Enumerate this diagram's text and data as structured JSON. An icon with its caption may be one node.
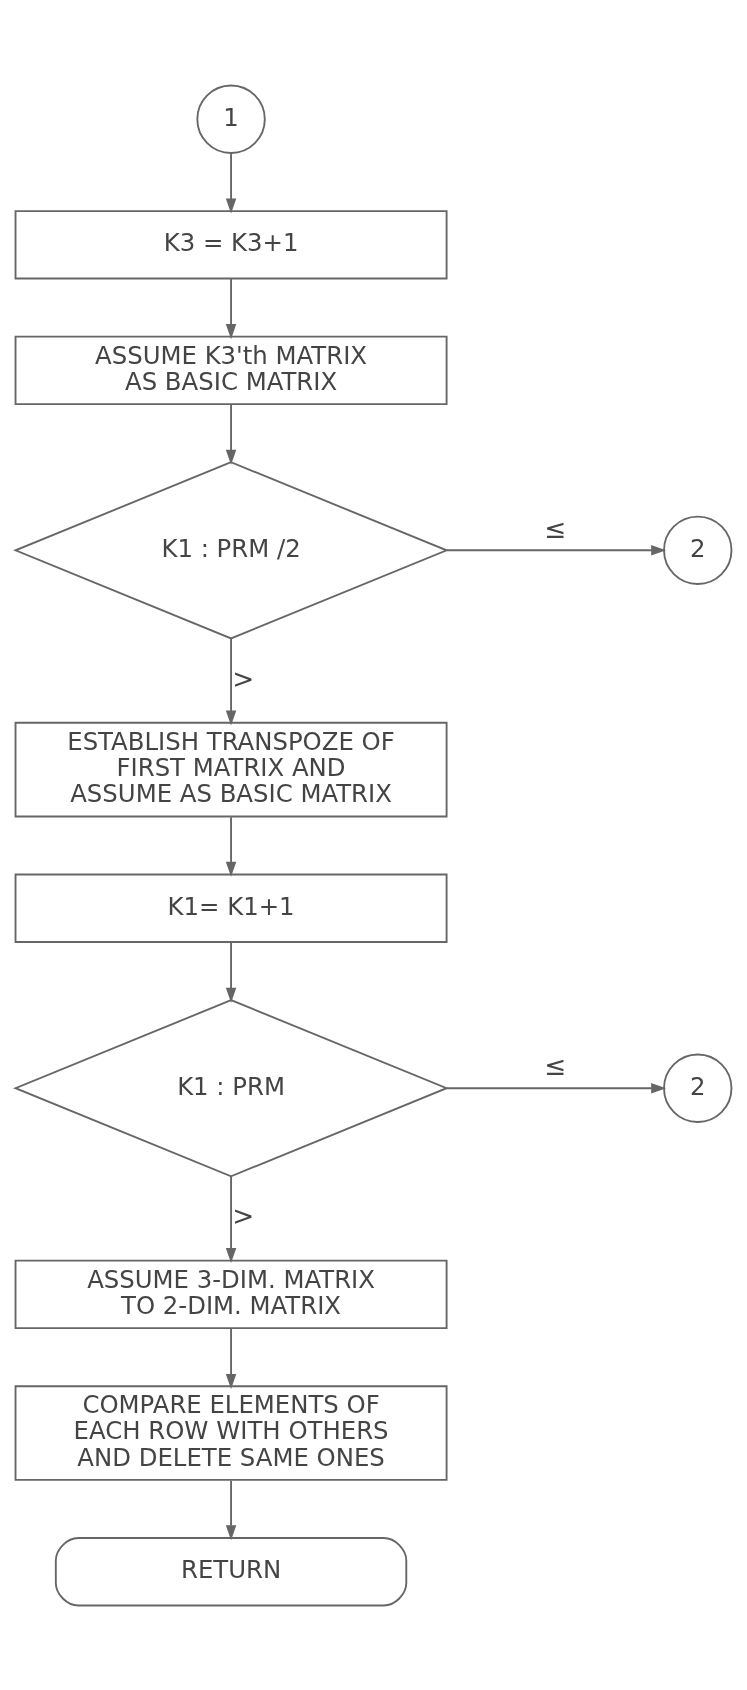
{
  "diagram": {
    "nodes": [
      {
        "text": [
          "1"
        ]
      },
      {
        "text": [
          "K3 = K3+1"
        ]
      },
      {
        "text": [
          "ASSUME K3'th MATRIX AS BASIC MATRIX"
        ]
      },
      {
        "text": [
          "2"
        ]
      },
      {
        "text": [
          "K1 : PRM /2"
        ]
      },
      {
        "text": [
          "ESTABLISH TRANSPOZE OF FIRST MATRIX AND ASSUME AS BASIC MATRIX"
        ]
      },
      {
        "text": [
          "K1= K1+1"
        ]
      },
      {
        "text": [
          "2"
        ]
      },
      {
        "text": [
          "K1 : PRM"
        ]
      },
      {
        "text": [
          "ASSUME 3-DIM. MATRIX TO 2-DIM. MATRIX"
        ]
      },
      {
        "text": [
          "COMPARE ELEMENTS OF EACH ROW WITH OTHERS AND DELETE SAME ONES"
        ]
      },
      {
        "text": [
          "RETURN"
        ]
      }
    ],
    "edges": [
      {
        "from": 0,
        "to": 1,
        "arrow": "to"
      },
      {
        "from": 1,
        "to": 2,
        "arrow": "to"
      },
      {
        "from": 2,
        "to": 4,
        "arrow": "to"
      },
      {
        "from": 4,
        "to": 3,
        "arrow": "to",
        "label": "≤"
      },
      {
        "from": 4,
        "to": 5,
        "arrow": "to",
        "label": ">"
      },
      {
        "from": 5,
        "to": 6,
        "arrow": "to"
      },
      {
        "from": 6,
        "to": 8,
        "arrow": "to"
      },
      {
        "from": 8,
        "to": 7,
        "arrow": "to",
        "label": "≤"
      },
      {
        "from": 8,
        "to": 9,
        "arrow": "to",
        "label": ">"
      },
      {
        "from": 9,
        "to": 10,
        "arrow": "to"
      },
      {
        "from": 10,
        "to": 11,
        "arrow": "to"
      }
    ]
  }
}
